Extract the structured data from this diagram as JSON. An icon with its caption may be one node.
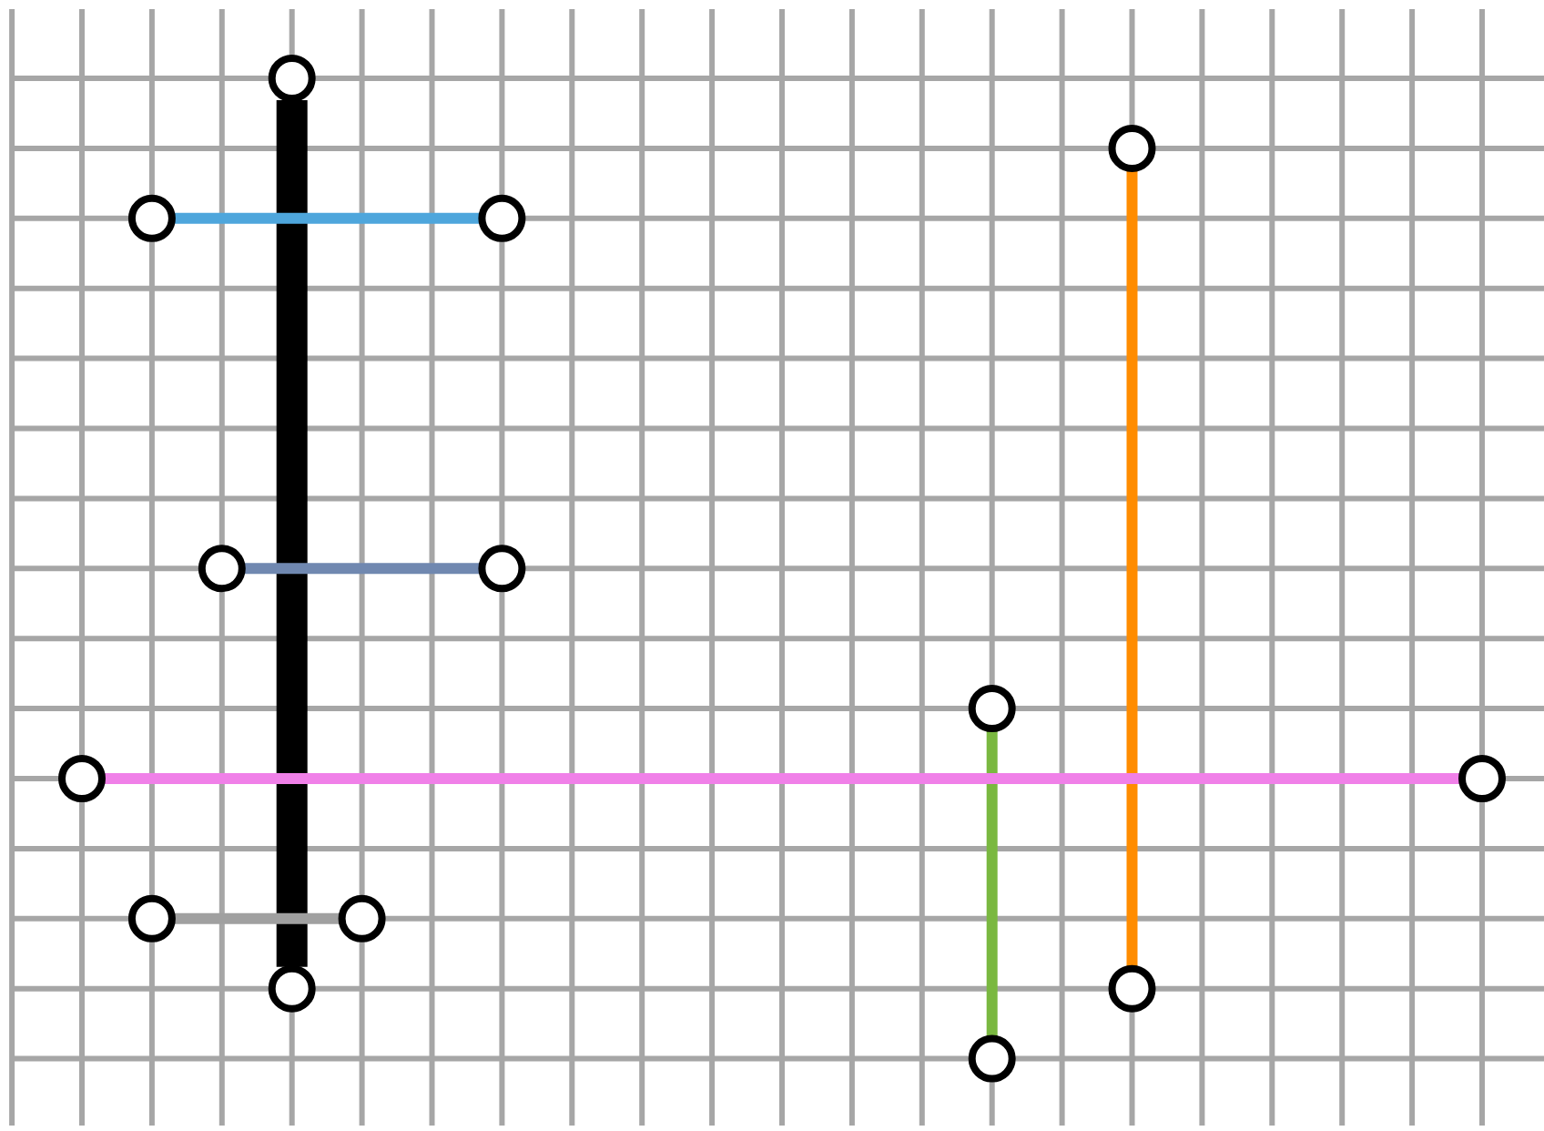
{
  "diagram": {
    "nodes": [
      {
        "text": [],
        "shape": "circle"
      },
      {
        "text": [],
        "shape": "circle"
      },
      {
        "text": [],
        "shape": "circle"
      },
      {
        "text": [],
        "shape": "circle"
      },
      {
        "text": [],
        "shape": "circle"
      },
      {
        "text": [],
        "shape": "circle"
      },
      {
        "text": [],
        "shape": "circle"
      },
      {
        "text": [],
        "shape": "circle"
      },
      {
        "text": [],
        "shape": "circle"
      },
      {
        "text": [],
        "shape": "circle"
      },
      {
        "text": [],
        "shape": "circle"
      },
      {
        "text": [],
        "shape": "circle"
      },
      {
        "text": [],
        "shape": "circle"
      },
      {
        "text": [],
        "shape": "circle"
      }
    ],
    "edges": [
      {
        "from": 0,
        "to": 11,
        "arrow": "none",
        "style": "thick",
        "color": "#000000"
      },
      {
        "from": 1,
        "to": 12,
        "arrow": "none",
        "color": "#ff8c00"
      },
      {
        "from": 2,
        "to": 3,
        "arrow": "none",
        "color": "#4ea6dc"
      },
      {
        "from": 4,
        "to": 5,
        "arrow": "none",
        "color": "#7088b0"
      },
      {
        "from": 6,
        "to": 13,
        "arrow": "none",
        "color": "#7ab840"
      },
      {
        "from": 7,
        "to": 8,
        "arrow": "none",
        "color": "#f080e8"
      },
      {
        "from": 9,
        "to": 10,
        "arrow": "none",
        "color": "#a0a0a0"
      }
    ]
  }
}
